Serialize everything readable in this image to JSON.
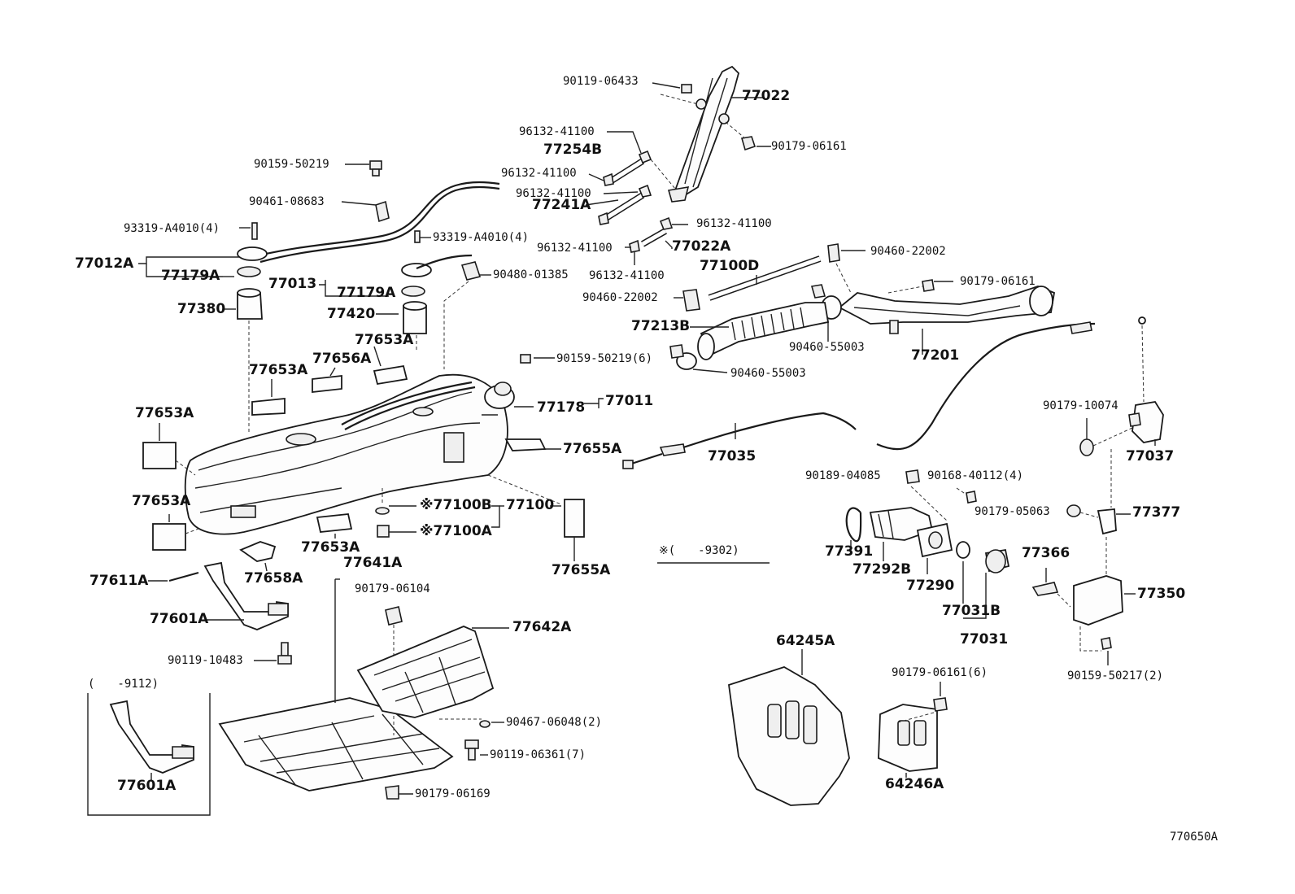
{
  "diagram_id": "770650A",
  "note": "※(　　-9302)",
  "inset_range": "(　　-9112)",
  "labels": {
    "p90119_06433": "90119-06433",
    "p77022": "77022",
    "p90179_06161_a": "90179-06161",
    "p96132_41100_a": "96132-41100",
    "p77254B": "77254B",
    "p96132_41100_b": "96132-41100",
    "p96132_41100_c": "96132-41100",
    "p77241A": "77241A",
    "p96132_41100_d": "96132-41100",
    "p96132_41100_e": "96132-41100",
    "p96132_41100_f": "96132-41100",
    "p77022A": "77022A",
    "p90159_50219": "90159-50219",
    "p90461_08683": "90461-08683",
    "p93319_A4010_a": "93319-A4010(4)",
    "p93319_A4010_b": "93319-A4010(4)",
    "p90480_01385": "90480-01385",
    "p77012A": "77012A",
    "p77179A_a": "77179A",
    "p77013": "77013",
    "p77179A_b": "77179A",
    "p77380": "77380",
    "p77420": "77420",
    "p77653A_top": "77653A",
    "p77656A": "77656A",
    "p77653A_mid": "77653A",
    "p90159_50219_6": "90159-50219(6)",
    "p77178": "77178",
    "p77011": "77011",
    "p77653A_left": "77653A",
    "p77655A_a": "77655A",
    "p77035": "77035",
    "p77100D": "77100D",
    "p90460_22002_a": "90460-22002",
    "p90179_06161_b": "90179-06161",
    "p90460_22002_b": "90460-22002",
    "p77213B": "77213B",
    "p90460_55003_a": "90460-55003",
    "p77201": "77201",
    "p90460_55003_b": "90460-55003",
    "p90179_10074": "90179-10074",
    "p77037": "77037",
    "p77653A_lower": "77653A",
    "p77100B": "※77100B",
    "p77100": "77100",
    "p77100A": "※77100A",
    "p77653A_bot": "77653A",
    "p77655A_b": "77655A",
    "p77641A": "77641A",
    "p77611A": "77611A",
    "p77658A": "77658A",
    "p90179_06104": "90179-06104",
    "p77601A_a": "77601A",
    "p77642A": "77642A",
    "p90119_10483": "90119-10483",
    "p90467_06048": "90467-06048(2)",
    "p90119_06361": "90119-06361(7)",
    "p90179_06169": "90179-06169",
    "p77601A_b": "77601A",
    "p90189_04085": "90189-04085",
    "p90168_40112": "90168-40112(4)",
    "p90179_05063": "90179-05063",
    "p77377": "77377",
    "p77391": "77391",
    "p77292B": "77292B",
    "p77290": "77290",
    "p77366": "77366",
    "p77031B": "77031B",
    "p77031": "77031",
    "p77350": "77350",
    "p90159_50217": "90159-50217(2)",
    "p64245A": "64245A",
    "p90179_06161_6": "90179-06161(6)",
    "p64246A": "64246A"
  }
}
